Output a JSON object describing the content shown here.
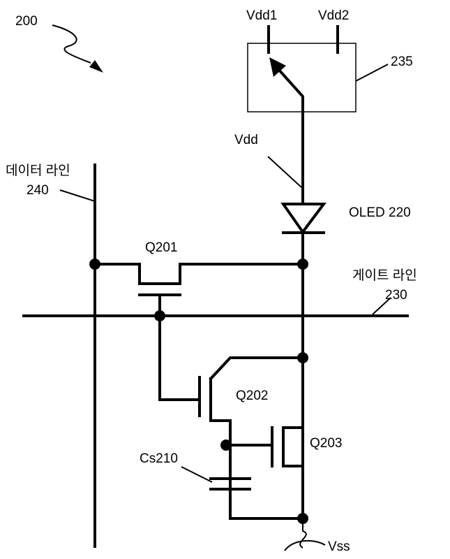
{
  "figure_number": "200",
  "labels": {
    "vdd1": "Vdd1",
    "vdd2": "Vdd2",
    "switch_ref": "235",
    "vdd": "Vdd",
    "data_line_name": "데이터 라인",
    "data_line_ref": "240",
    "oled": "OLED 220",
    "q201": "Q201",
    "gate_line_name": "게이트 라인",
    "gate_line_ref": "230",
    "q202": "Q202",
    "q203": "Q203",
    "cs": "Cs210",
    "vss": "Vss"
  }
}
